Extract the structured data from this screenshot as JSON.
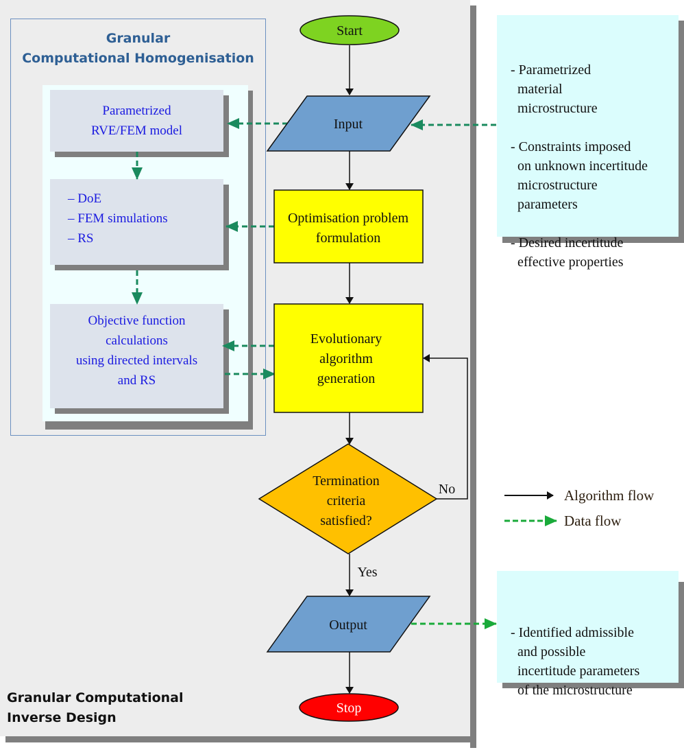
{
  "homogenisation": {
    "title_line1": "Granular",
    "title_line2": "Computational  Homogenisation",
    "box1": {
      "line1": "Parametrized",
      "line2": "RVE/FEM model"
    },
    "box2": {
      "items": [
        "– DoE",
        "– FEM simulations",
        "– RS"
      ]
    },
    "box3": {
      "line1": "Objective function",
      "line2": "calculations",
      "line3": "using directed intervals",
      "line4": "and RS"
    }
  },
  "flow": {
    "start": "Start",
    "input": "Input",
    "optimisation_line1": "Optimisation problem",
    "optimisation_line2": "formulation",
    "evolutionary_line1": "Evolutionary",
    "evolutionary_line2": "algorithm",
    "evolutionary_line3": "generation",
    "decision_line1": "Termination",
    "decision_line2": "criteria",
    "decision_line3": "satisfied?",
    "no_label": "No",
    "yes_label": "Yes",
    "output": "Output",
    "stop": "Stop"
  },
  "input_notes": {
    "text": "- Parametrized\n  material\n  microstructure\n\n- Constraints imposed\n  on unknown incertitude\n  microstructure\n  parameters\n\n- Desired incertitude\n  effective properties"
  },
  "output_notes": {
    "text": "- Identified admissible\n  and possible\n  incertitude parameters\n  of the microstructure"
  },
  "legend": {
    "algorithm_flow": "Algorithm flow",
    "data_flow": "Data flow"
  },
  "inverse_design": {
    "title_line1": "Granular Computational",
    "title_line2": "Inverse Design"
  },
  "colors": {
    "start": "#7ed321",
    "input_output": "#6f9fcf",
    "process": "#ffff00",
    "decision": "#ffc000",
    "stop": "#ff0000",
    "data_flow": "#1a8a5e",
    "data_flow_legend": "#1aaa3a"
  }
}
